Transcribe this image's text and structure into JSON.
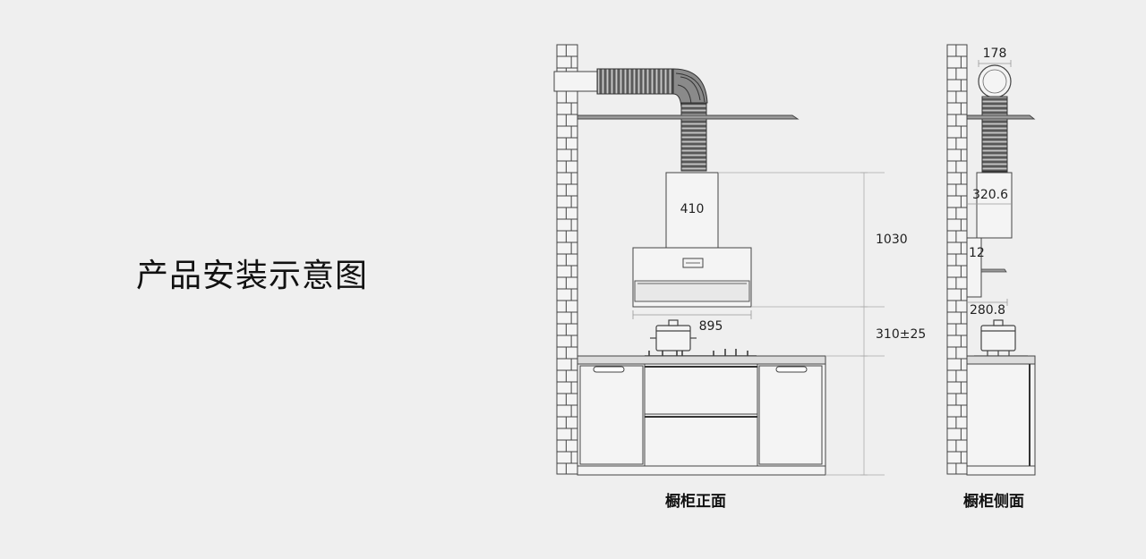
{
  "title": "产品安装示意图",
  "front_view": {
    "caption": "橱柜正面",
    "duct_width": "410",
    "hood_width": "895",
    "height_above": "1030",
    "install_height": "310±25"
  },
  "side_view": {
    "caption": "橱柜侧面",
    "pipe_diameter": "178",
    "body_depth": "320.6",
    "panel_thickness": "12",
    "hood_depth": "280.8"
  }
}
